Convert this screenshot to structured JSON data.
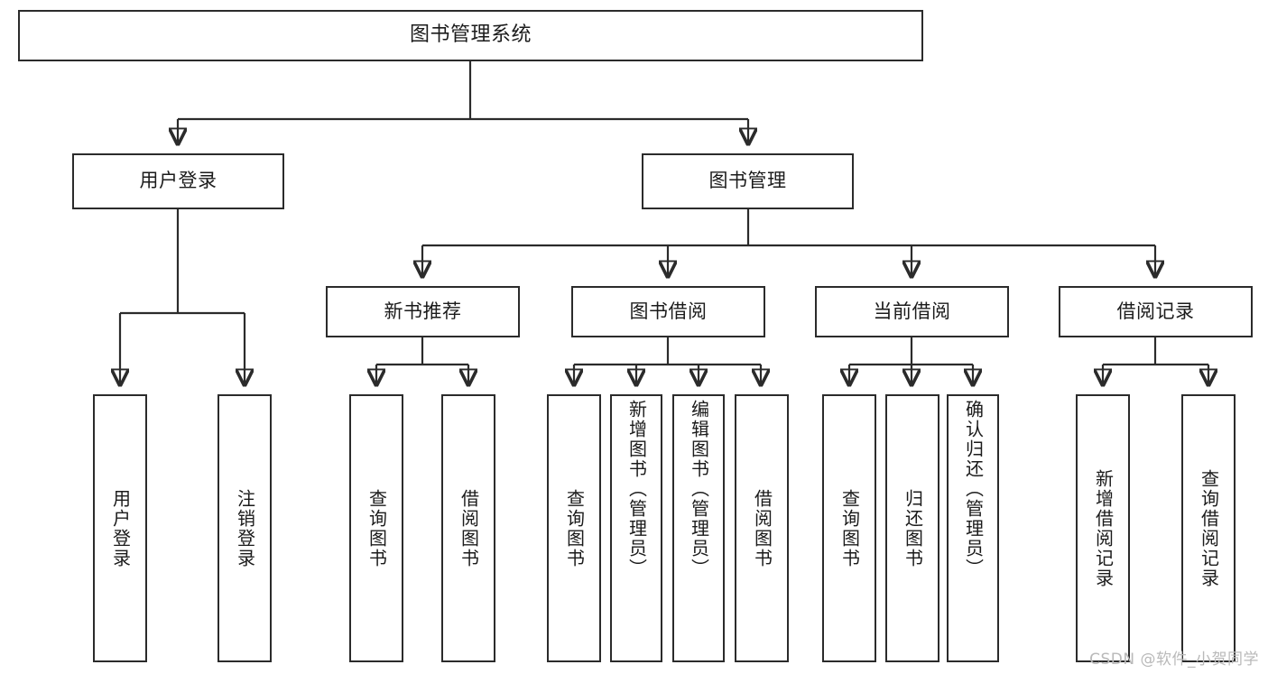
{
  "diagram": {
    "title": "图书管理系统",
    "type": "tree-hierarchy",
    "root": {
      "label": "图书管理系统"
    },
    "tier2": [
      {
        "label": "用户登录"
      },
      {
        "label": "图书管理"
      }
    ],
    "tier3": [
      {
        "label": "新书推荐"
      },
      {
        "label": "图书借阅"
      },
      {
        "label": "当前借阅"
      },
      {
        "label": "借阅记录"
      }
    ],
    "leaves": {
      "user_login": [
        {
          "label": "用户登录"
        },
        {
          "label": "注销登录"
        }
      ],
      "new_book_recommend": [
        {
          "label": "查询图书"
        },
        {
          "label": "借阅图书"
        }
      ],
      "book_borrow": [
        {
          "label": "查询图书"
        },
        {
          "label": "新增图书（管理员）"
        },
        {
          "label": "编辑图书（管理员）"
        },
        {
          "label": "借阅图书"
        }
      ],
      "current_borrow": [
        {
          "label": "查询图书"
        },
        {
          "label": "归还图书"
        },
        {
          "label": "确认归还（管理员）"
        }
      ],
      "borrow_record": [
        {
          "label": "新增借阅记录"
        },
        {
          "label": "查询借阅记录"
        }
      ]
    },
    "watermark": "CSDN @软件_小贺同学",
    "colors": {
      "stroke": "#2b2b2b",
      "text": "#1b1b1b",
      "background": "#ffffff",
      "watermark": "#b9b9b9"
    }
  }
}
